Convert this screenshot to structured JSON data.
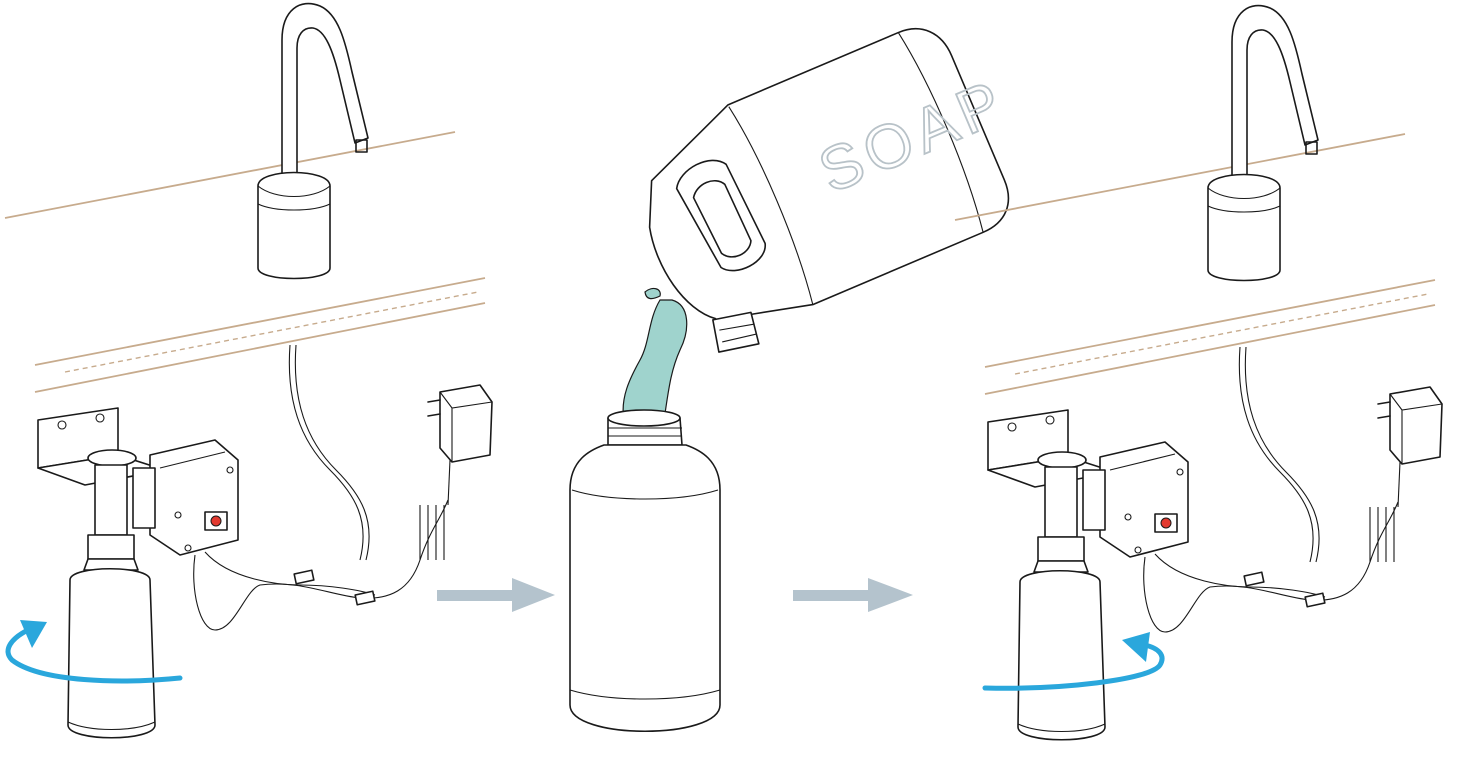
{
  "jug": {
    "label": "SOAP"
  },
  "colors": {
    "counter": "#c7ab8d",
    "rotation_arrow": "#2aa7dc",
    "step_arrow": "#b4c3cd",
    "soap": "#9fd3cd",
    "button": "#e2392f"
  },
  "steps": [
    {
      "rotation": "counter-clockwise-arrow-up"
    },
    {
      "action": "pour-soap"
    },
    {
      "rotation": "reinstall-arrow-up"
    }
  ]
}
